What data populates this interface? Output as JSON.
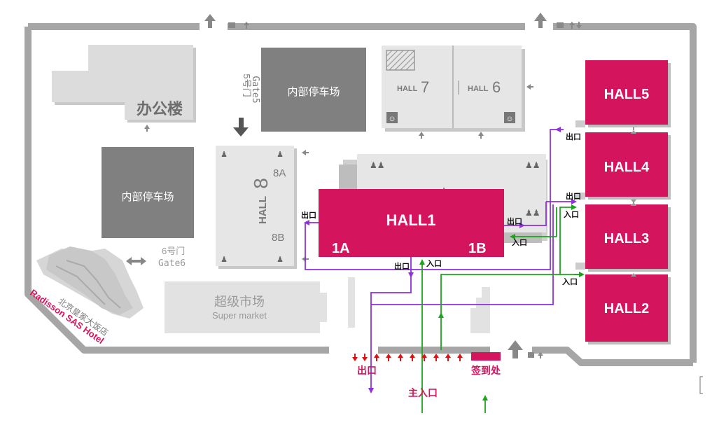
{
  "colors": {
    "hall_accent": "#d4155d",
    "building_dark": "#808080",
    "building_light": "#e2e2e2",
    "wall": "#a6a6a6",
    "exit_route": "#8e2fe0",
    "entry_route": "#1aa61a",
    "arrow_red": "#dd1111"
  },
  "buildings": {
    "office": "办公楼",
    "parking_top": "内部停车场",
    "parking_left": "内部停车场",
    "supermarket_cn": "超级市场",
    "supermarket_en": "Super market",
    "hotel_cn": "北京皇家大饭店",
    "hotel_en": "Radisson SAS Hotel"
  },
  "gates": {
    "gate5_cn": "5号门",
    "gate5_en": "Gate5",
    "gate6_cn": "6号门",
    "gate6_en": "Gate6"
  },
  "halls": {
    "hall1": "HALL1",
    "hall1_a": "1A",
    "hall1_b": "1B",
    "hall2": "HALL2",
    "hall3": "HALL3",
    "hall4": "HALL4",
    "hall5": "HALL5",
    "hall6_word": "HALL",
    "hall6_num": "6",
    "hall7_word": "HALL",
    "hall7_num": "7",
    "hall8_word": "HALL",
    "hall8_num": "8",
    "hall8_a": "8A",
    "hall8_b": "8B"
  },
  "labels": {
    "exit": "出口",
    "entry": "入口",
    "main_entry": "主入口",
    "registration": "签到处"
  }
}
